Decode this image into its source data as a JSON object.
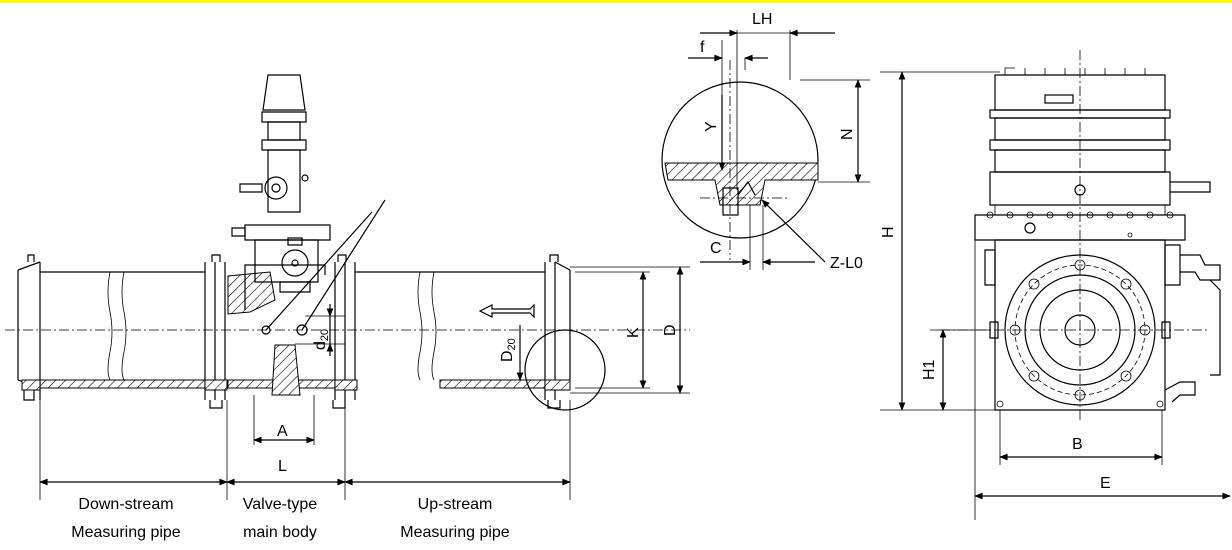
{
  "colors": {
    "top_band": "#ffff00",
    "line": "#000000",
    "background": "#ffffff"
  },
  "captions": {
    "downstream": {
      "line1": "Down-stream",
      "line2": "Measuring pipe"
    },
    "valve": {
      "line1": "Valve-type",
      "line2": "main body"
    },
    "upstream": {
      "line1": "Up-stream",
      "line2": "Measuring pipe"
    }
  },
  "dimensions": {
    "A": "A",
    "L": "L",
    "d20": "d",
    "d20_sub": "20",
    "D20": "D",
    "D20_sub": "20",
    "K": "K",
    "D": "D",
    "LH": "LH",
    "f": "f",
    "Y": "Y",
    "N": "N",
    "C": "C",
    "ZL0": "Z-L0",
    "H": "H",
    "H1": "H1",
    "B": "B",
    "E": "E"
  },
  "icons": {
    "flow_arrow": "flow-direction-arrow-icon"
  }
}
